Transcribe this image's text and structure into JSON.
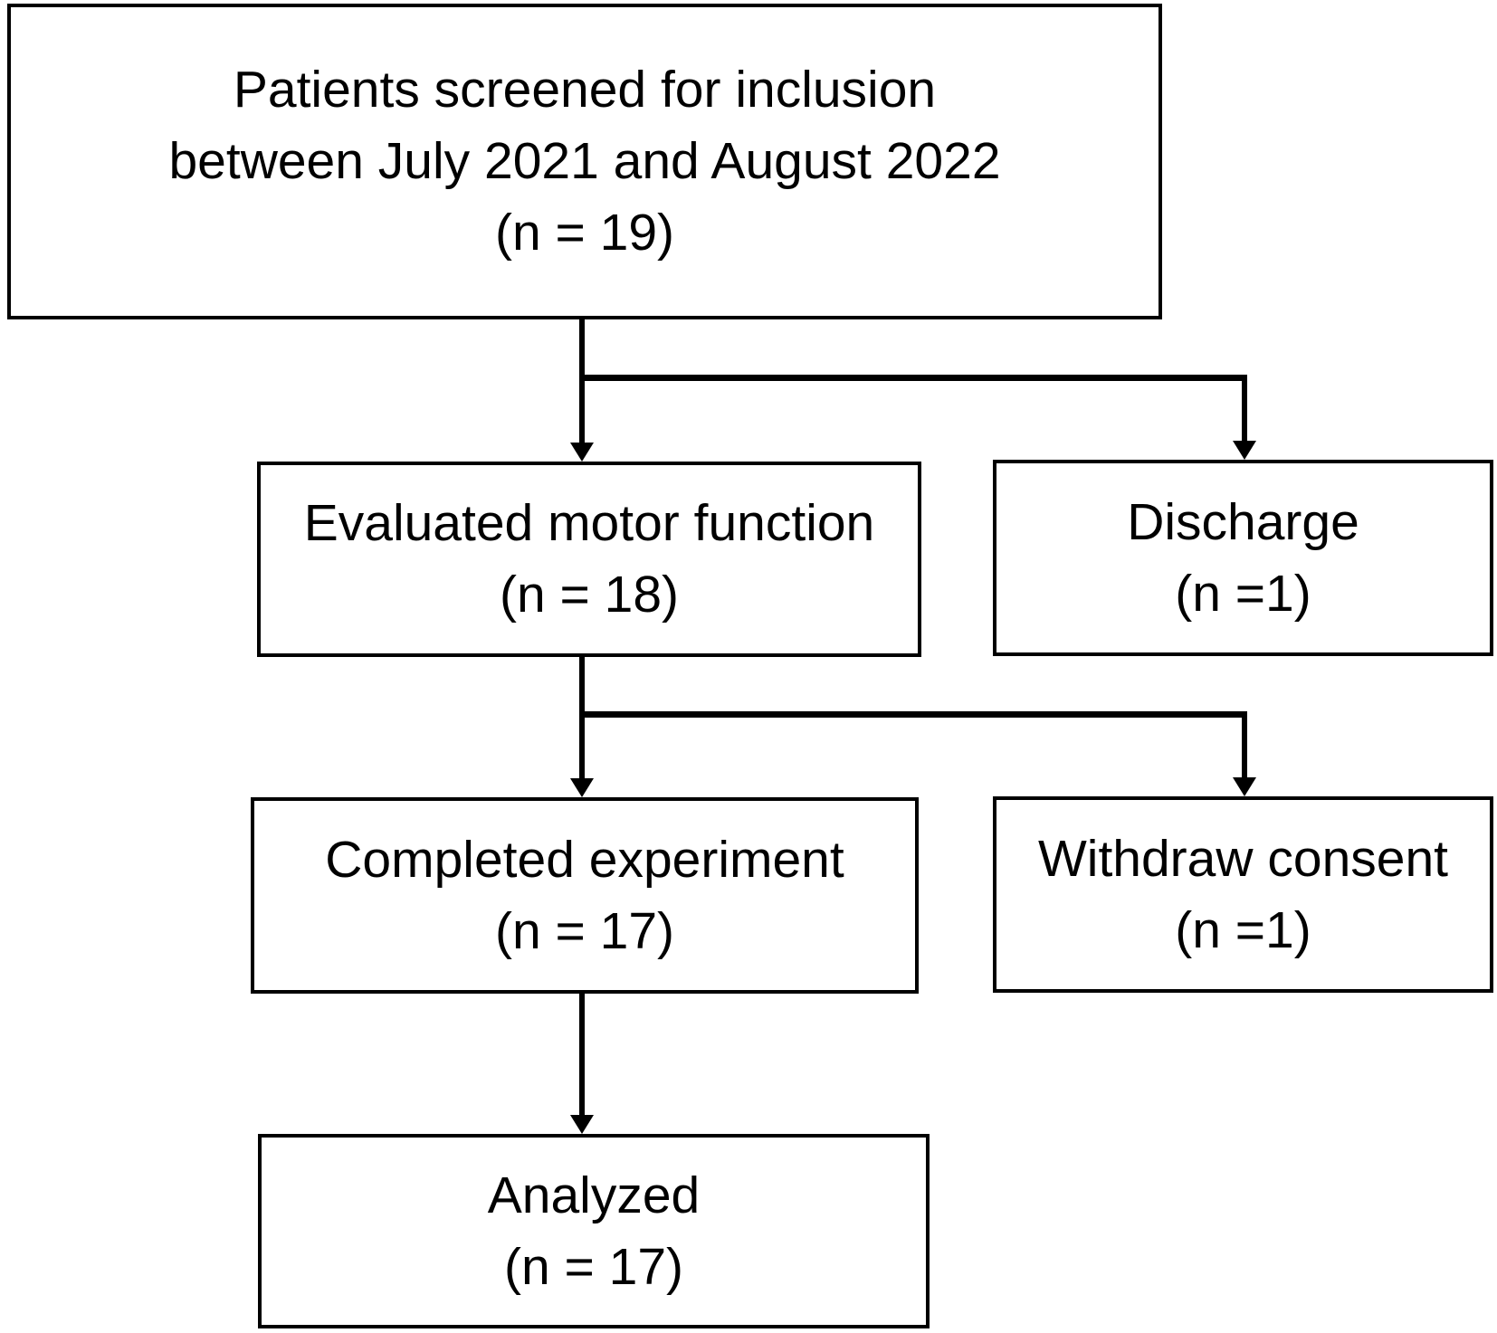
{
  "figure": {
    "type": "patient-flow-diagram",
    "background_color": "#ffffff",
    "line_color": "#000000",
    "text_color": "#000000",
    "nodes": {
      "screened": {
        "line1": "Patients screened for inclusion",
        "line2": "between July 2021 and August 2022",
        "n": "(n = 19)"
      },
      "evaluated": {
        "label": "Evaluated motor function",
        "n": "(n = 18)"
      },
      "discharge": {
        "label": "Discharge",
        "n": "(n =1)"
      },
      "completed": {
        "label": "Completed experiment",
        "n": "(n = 17)"
      },
      "withdraw": {
        "label": "Withdraw consent",
        "n": "(n =1)"
      },
      "analyzed": {
        "label": "Analyzed",
        "n": "(n = 17)"
      }
    }
  }
}
